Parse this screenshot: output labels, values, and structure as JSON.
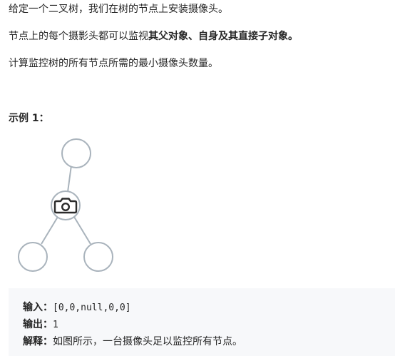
{
  "description": {
    "line1": "给定一个二叉树，我们在树的节点上安装摄像头。",
    "line2_plain": "节点上的每个摄影头都可以监视",
    "line2_bold": "其父对象、自身及其直接子对象。",
    "line3": "计算监控树的所有节点所需的最小摄像头数量。"
  },
  "example": {
    "heading": "示例 1：",
    "input_label": "输入：",
    "input_value": "[0,0,null,0,0]",
    "output_label": "输出：",
    "output_value": "1",
    "explanation_label": "解释：",
    "explanation_value": "如图所示，一台摄像头足以监控所有节点。"
  },
  "diagram": {
    "nodes": [
      {
        "id": "root",
        "has_camera": false
      },
      {
        "id": "left-child",
        "has_camera": true
      },
      {
        "id": "left-left-grandchild",
        "has_camera": false
      },
      {
        "id": "left-right-grandchild",
        "has_camera": false
      }
    ],
    "edges": [
      [
        "root",
        "left-child"
      ],
      [
        "left-child",
        "left-left-grandchild"
      ],
      [
        "left-child",
        "left-right-grandchild"
      ]
    ],
    "node_stroke": "#a9b3bc",
    "camera_color": "#2b2b2b"
  }
}
